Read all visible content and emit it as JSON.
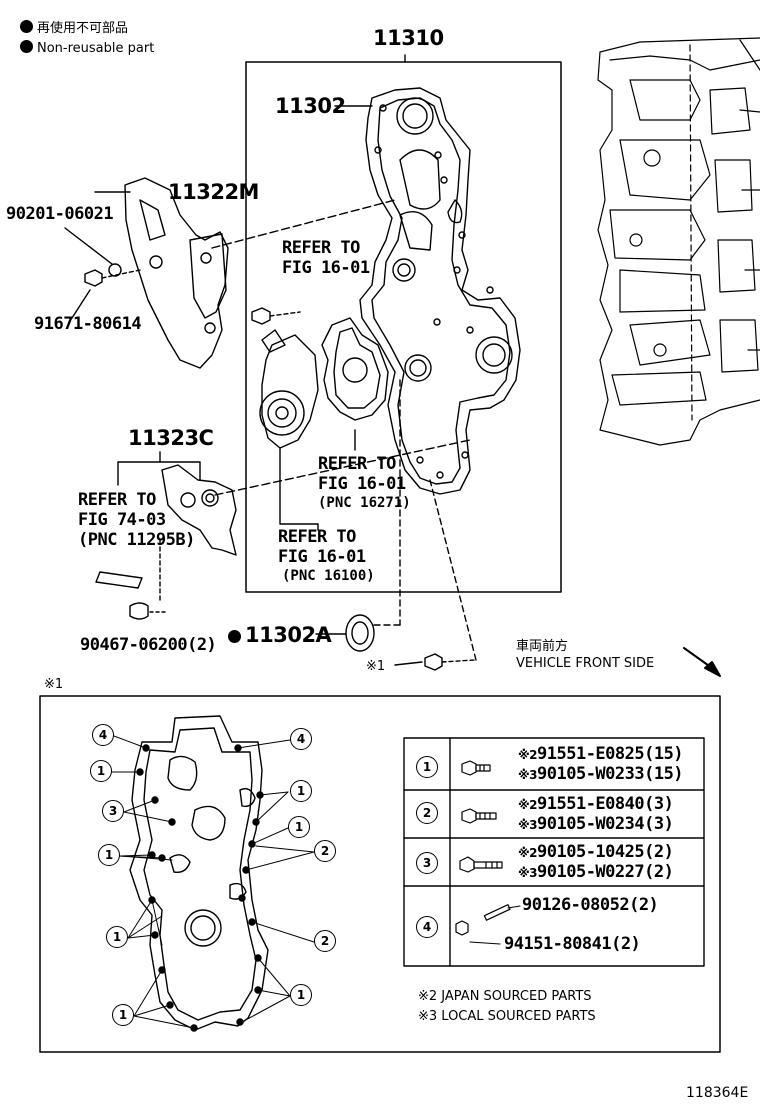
{
  "legend": {
    "nonreusable_jp": "再使用不可部品",
    "nonreusable_en": "Non-reusable part"
  },
  "labels": {
    "p11310": "11310",
    "p11302": "11302",
    "p11322m": "11322M",
    "p90201": "90201-06021",
    "p91671": "91671-80614",
    "refer1_a": "REFER TO",
    "refer1_b": "FIG 16-01",
    "refer2_a": "REFER TO",
    "refer2_b": "FIG 16-01",
    "refer2_c": "(PNC 16271)",
    "refer3_a": "REFER TO",
    "refer3_b": "FIG 16-01",
    "refer3_c": "(PNC 16100)",
    "p11323c": "11323C",
    "refer4_a": "REFER TO",
    "refer4_b": "FIG 74-03",
    "refer4_c": "(PNC 11295B)",
    "p90467": "90467-06200(2)",
    "p11302a": "11302A",
    "ref_mark": "※1",
    "front_jp": "車両前方",
    "front_en": "VEHICLE FRONT SIDE",
    "detail_mark": "※1",
    "figure_id": "118364E"
  },
  "bolt_table": [
    {
      "num": "1",
      "lines": [
        {
          "mark": "※2",
          "text": "91551-E0825(15)"
        },
        {
          "mark": "※3",
          "text": "90105-W0233(15)"
        }
      ]
    },
    {
      "num": "2",
      "lines": [
        {
          "mark": "※2",
          "text": "91551-E0840(3)"
        },
        {
          "mark": "※3",
          "text": "90105-W0234(3)"
        }
      ]
    },
    {
      "num": "3",
      "lines": [
        {
          "mark": "※2",
          "text": "90105-10425(2)"
        },
        {
          "mark": "※3",
          "text": "90105-W0227(2)"
        }
      ]
    },
    {
      "num": "4",
      "lines": [
        {
          "mark": "",
          "text": "90126-08052(2)"
        },
        {
          "mark": "",
          "text": "94151-80841(2)"
        }
      ]
    }
  ],
  "notes": [
    "※2 JAPAN SOURCED PARTS",
    "※3 LOCAL SOURCED PARTS"
  ],
  "detail_callouts": [
    "4",
    "4",
    "1",
    "1",
    "3",
    "1",
    "1",
    "1",
    "2",
    "1",
    "2",
    "1",
    "1"
  ]
}
